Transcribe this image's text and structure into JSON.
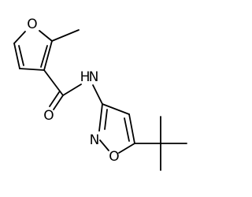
{
  "molecule": {
    "atoms": {
      "furan_o": "O",
      "amide_o": "O",
      "amide_n": "N",
      "amide_h": "H",
      "isoxazole_n": "N",
      "isoxazole_o": "O"
    }
  }
}
